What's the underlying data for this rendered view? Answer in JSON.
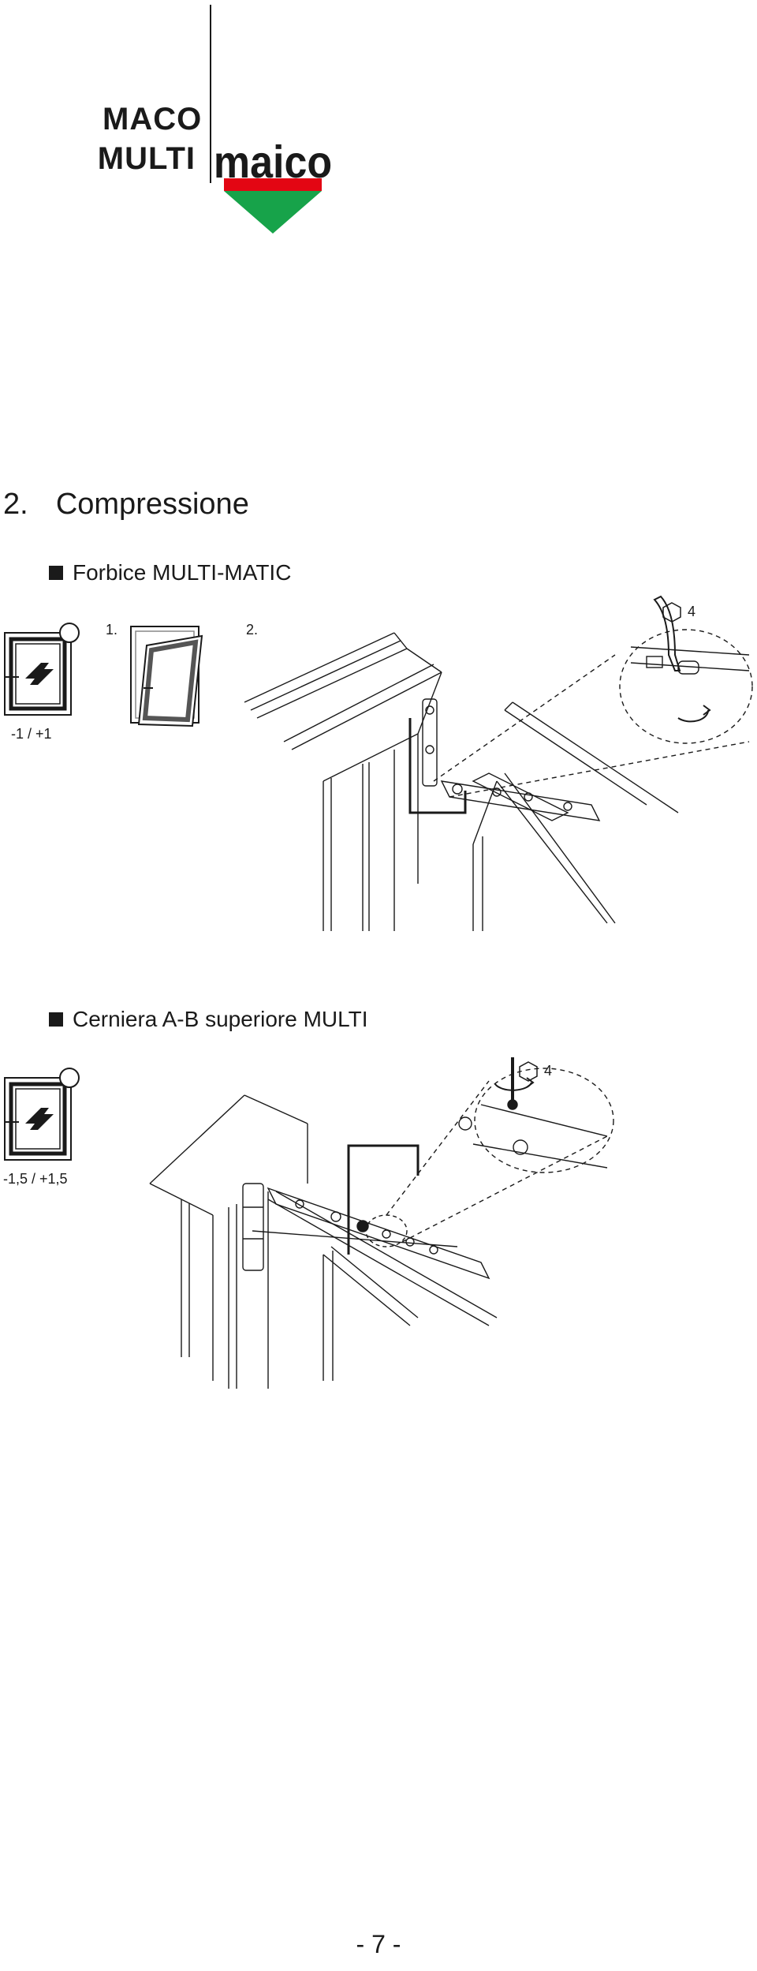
{
  "brand": {
    "line1": "MACO",
    "line2": "MULTI",
    "logo_word": "maico",
    "colors": {
      "red": "#e30613",
      "green": "#17a34a",
      "dark": "#1a1a1a"
    }
  },
  "section": {
    "number": "2.",
    "title": "Compressione"
  },
  "subsection1": {
    "title": "Forbice MULTI-MATIC",
    "step1": "1.",
    "step2": "2.",
    "range": "-1 / +1",
    "hex_size": "4",
    "icons": [
      "window-adjust-icon",
      "tilted-window-icon",
      "hex-key-icon"
    ]
  },
  "subsection2": {
    "title": "Cerniera A-B superiore MULTI",
    "range": "-1,5 / +1,5",
    "hex_size": "4",
    "icons": [
      "window-adjust-icon",
      "hex-key-icon"
    ]
  },
  "footer": {
    "page": "- 7 -"
  }
}
